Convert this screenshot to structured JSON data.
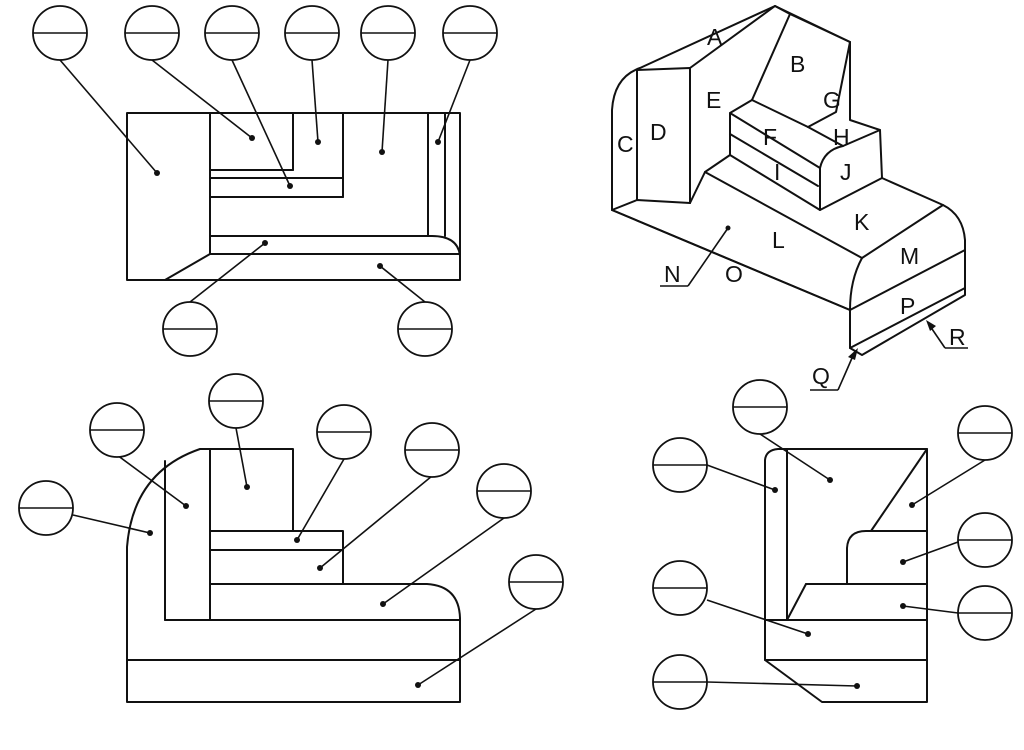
{
  "iso": {
    "labels": [
      "A",
      "B",
      "C",
      "D",
      "E",
      "F",
      "G",
      "H",
      "I",
      "J",
      "K",
      "L",
      "M",
      "N",
      "O",
      "P",
      "Q",
      "R"
    ]
  },
  "views": {
    "top": {
      "balloon_count": 8
    },
    "front": {
      "balloon_count": 7
    },
    "side": {
      "balloon_count": 7
    }
  }
}
